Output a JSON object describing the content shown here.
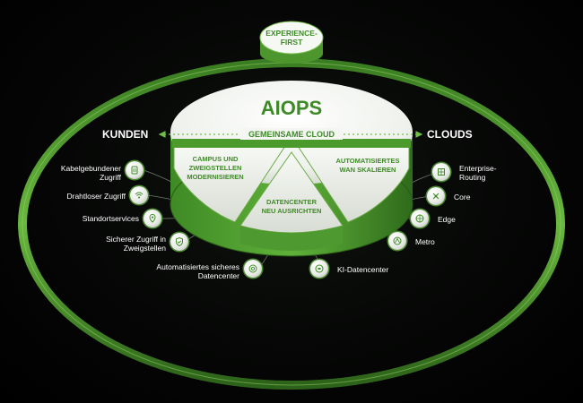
{
  "top_badge": {
    "line1": "EXPERIENCE-",
    "line2": "FIRST"
  },
  "hub": {
    "title": "AIOPS",
    "ring_label": "GEMEINSAME CLOUD",
    "left_label": "KUNDEN",
    "right_label": "CLOUDS"
  },
  "segments": [
    {
      "lines": [
        "CAMPUS UND",
        "ZWEIGSTELLEN",
        "MODERNISIEREN"
      ]
    },
    {
      "lines": [
        "AUTOMATISIERTES",
        "WAN SKALIEREN"
      ]
    },
    {
      "lines": [
        "DATENCENTER",
        "NEU AUSRICHTEN"
      ]
    }
  ],
  "left_items": [
    {
      "label_lines": [
        "Kabelgebundener",
        "Zugriff"
      ],
      "icon": "wired-icon"
    },
    {
      "label_lines": [
        "Drahtloser Zugriff"
      ],
      "icon": "wifi-icon"
    },
    {
      "label_lines": [
        "Standortservices"
      ],
      "icon": "location-pin-icon"
    },
    {
      "label_lines": [
        "Sicherer Zugriff in",
        "Zweigstellen"
      ],
      "icon": "shield-check-icon"
    },
    {
      "label_lines": [
        "Automatisiertes sicheres",
        "Datencenter"
      ],
      "icon": "datacenter-icon"
    }
  ],
  "right_items": [
    {
      "label_lines": [
        "Enterprise-",
        "Routing"
      ],
      "icon": "routing-icon"
    },
    {
      "label_lines": [
        "Core"
      ],
      "icon": "core-icon"
    },
    {
      "label_lines": [
        "Edge"
      ],
      "icon": "edge-icon"
    },
    {
      "label_lines": [
        "Metro"
      ],
      "icon": "metro-icon"
    },
    {
      "label_lines": [
        "KI-Datencenter"
      ],
      "icon": "ai-datacenter-icon"
    }
  ],
  "colors": {
    "accent": "#5aa83a",
    "accent_dark": "#2f6a1c",
    "surface": "#f4f6f2",
    "text_green": "#3f8a28",
    "background": "#000000"
  }
}
